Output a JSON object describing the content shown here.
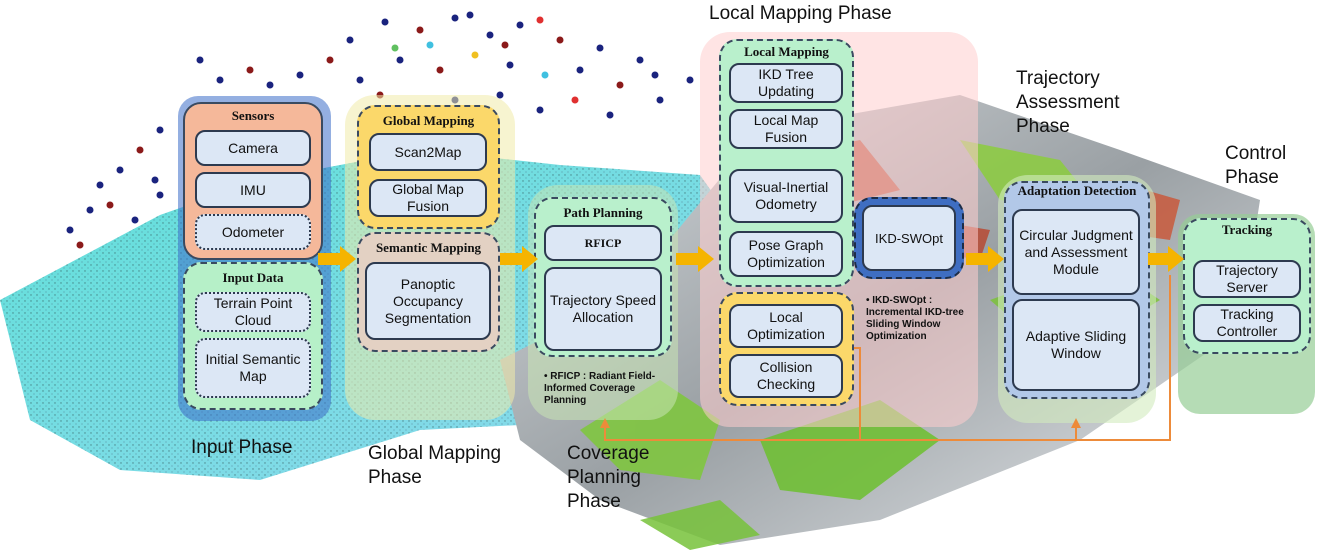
{
  "phases": {
    "input": "Input Phase",
    "global_mapping": "Global Mapping Phase",
    "coverage_planning": "Coverage Planning Phase",
    "local_mapping": "Local Mapping Phase",
    "trajectory_assessment": "Trajectory Assessment Phase",
    "control": "Control Phase"
  },
  "sensors": {
    "title": "Sensors",
    "items": [
      "Camera",
      "IMU",
      "Odometer"
    ]
  },
  "input_data": {
    "title": "Input Data",
    "items": [
      "Terrain Point Cloud",
      "Initial Semantic Map"
    ]
  },
  "global_mapping": {
    "title": "Global Mapping",
    "items": [
      "Scan2Map",
      "Global Map Fusion"
    ]
  },
  "semantic_mapping": {
    "title": "Semantic Mapping",
    "items": [
      "Panoptic Occupancy Segmentation"
    ]
  },
  "path_planning": {
    "title": "Path Planning",
    "items": [
      "RFICP",
      "Trajectory Speed Allocation"
    ]
  },
  "rficp_note": "RFICP : Radiant Field-Informed Coverage Planning",
  "local_mapping": {
    "title": "Local Mapping",
    "items": [
      "IKD Tree Updating",
      "Local Map Fusion",
      "Visual-Inertial Odometry",
      "Pose Graph Optimization",
      "Local Optimization",
      "Collision Checking"
    ]
  },
  "ikd_swopt": {
    "label": "IKD-SWOpt",
    "note": "IKD-SWOpt : Incremental IKD-tree Sliding Window Optimization"
  },
  "adaptation_detection": {
    "title": "Adaptation Detection",
    "items": [
      "Circular Judgment and Assessment Module",
      "Adaptive Sliding Window"
    ]
  },
  "tracking": {
    "title": "Tracking",
    "items": [
      "Trajectory Server",
      "Tracking Controller"
    ]
  },
  "colors": {
    "orange_arrow": "#f5b400",
    "feedback_line": "#ed8b3a",
    "box_fill": "#dce7f5"
  }
}
